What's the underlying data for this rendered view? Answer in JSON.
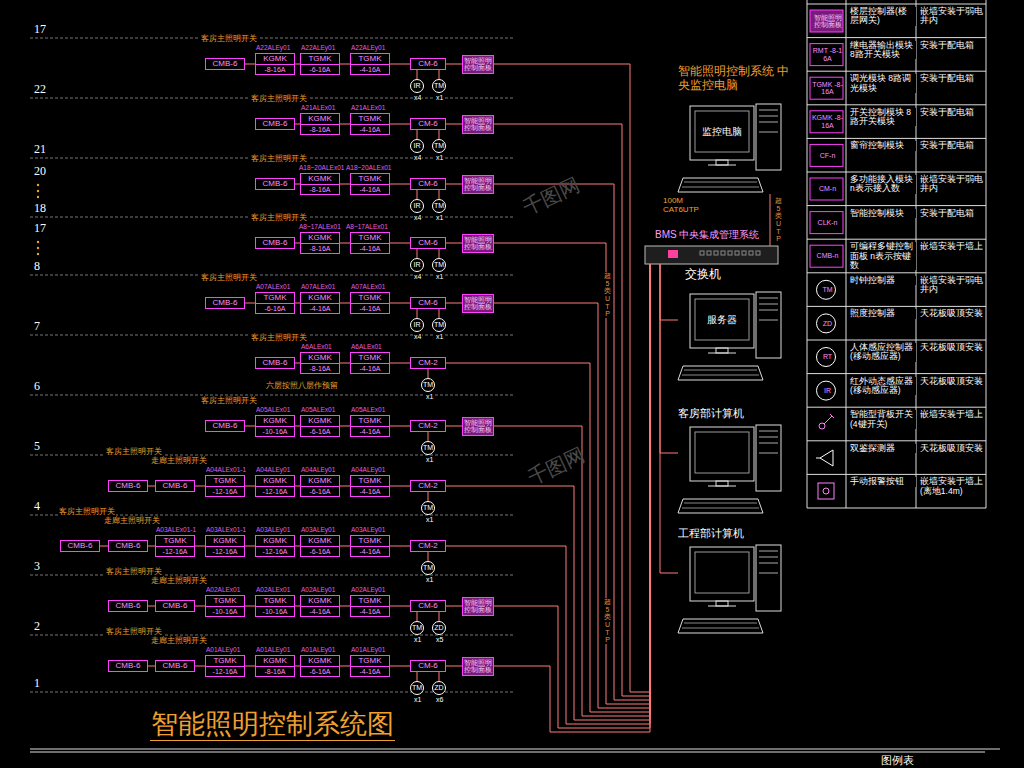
{
  "diagram": {
    "title": "智能照明控制系统图",
    "nodes": [
      {
        "text": [
          "CMB-6"
        ]
      },
      {
        "text": [
          "KGMK",
          "-8-16A"
        ]
      },
      {
        "text": [
          "TGMK",
          "-6-16A"
        ]
      },
      {
        "text": [
          "TGMK",
          "-4-16A"
        ]
      },
      {
        "text": [
          "CM-6"
        ]
      },
      {
        "text": [
          "智能照明控制面板"
        ]
      },
      {
        "text": [
          "IR"
        ]
      },
      {
        "text": [
          "TM"
        ]
      },
      {
        "text": [
          "CMB-6"
        ]
      },
      {
        "text": [
          "KGMK",
          "-8-16A"
        ]
      },
      {
        "text": [
          "TGMK",
          "-4-16A"
        ]
      },
      {
        "text": [
          "CM-6"
        ]
      },
      {
        "text": [
          "智能照明控制面板"
        ]
      },
      {
        "text": [
          "IR"
        ]
      },
      {
        "text": [
          "TM"
        ]
      },
      {
        "text": [
          "CMB-6"
        ]
      },
      {
        "text": [
          "KGMK",
          "-8-16A"
        ]
      },
      {
        "text": [
          "TGMK",
          "-4-16A"
        ]
      },
      {
        "text": [
          "CM-6"
        ]
      },
      {
        "text": [
          "智能照明控制面板"
        ]
      },
      {
        "text": [
          "IR"
        ]
      },
      {
        "text": [
          "TM"
        ]
      },
      {
        "text": [
          "CMB-6"
        ]
      },
      {
        "text": [
          "KGMK",
          "-8-16A"
        ]
      },
      {
        "text": [
          "TGMK",
          "-4-16A"
        ]
      },
      {
        "text": [
          "CM-6"
        ]
      },
      {
        "text": [
          "智能照明控制面板"
        ]
      },
      {
        "text": [
          "IR"
        ]
      },
      {
        "text": [
          "TM"
        ]
      },
      {
        "text": [
          "CMB-6"
        ]
      },
      {
        "text": [
          "TGMK",
          "-6-16A"
        ]
      },
      {
        "text": [
          "KGMK",
          "-4-16A"
        ]
      },
      {
        "text": [
          "TGMK",
          "-4-16A"
        ]
      },
      {
        "text": [
          "CM-6"
        ]
      },
      {
        "text": [
          "智能照明控制面板"
        ]
      },
      {
        "text": [
          "IR"
        ]
      },
      {
        "text": [
          "TM"
        ]
      },
      {
        "text": [
          "CMB-6"
        ]
      },
      {
        "text": [
          "KGMK",
          "-8-16A"
        ]
      },
      {
        "text": [
          "TGMK",
          "-4-16A"
        ]
      },
      {
        "text": [
          "CM-2"
        ]
      },
      {
        "text": [
          "TM"
        ]
      },
      {
        "text": [
          "CMB-6"
        ]
      },
      {
        "text": [
          "KGMK",
          "-10-16A"
        ]
      },
      {
        "text": [
          "KGMK",
          "-6-16A"
        ]
      },
      {
        "text": [
          "TGMK",
          "-4-16A"
        ]
      },
      {
        "text": [
          "CM-2"
        ]
      },
      {
        "text": [
          "智能照明控制面板"
        ]
      },
      {
        "text": [
          "TM"
        ]
      },
      {
        "text": [
          "CMB-6"
        ]
      },
      {
        "text": [
          "CMB-6"
        ]
      },
      {
        "text": [
          "TGMK",
          "-12-16A"
        ]
      },
      {
        "text": [
          "KGMK",
          "-12-16A"
        ]
      },
      {
        "text": [
          "KGMK",
          "-6-16A"
        ]
      },
      {
        "text": [
          "TGMK",
          "-4-16A"
        ]
      },
      {
        "text": [
          "CM-2"
        ]
      },
      {
        "text": [
          "TM"
        ]
      },
      {
        "text": [
          "CMB-6"
        ]
      },
      {
        "text": [
          "CMB-6"
        ]
      },
      {
        "text": [
          "TGMK",
          "-12-16A"
        ]
      },
      {
        "text": [
          "KGMK",
          "-12-16A"
        ]
      },
      {
        "text": [
          "KGMK",
          "-12-16A"
        ]
      },
      {
        "text": [
          "KGMK",
          "-6-16A"
        ]
      },
      {
        "text": [
          "TGMK",
          "-4-16A"
        ]
      },
      {
        "text": [
          "CM-2"
        ]
      },
      {
        "text": [
          "TM"
        ]
      },
      {
        "text": [
          "CMB-6"
        ]
      },
      {
        "text": [
          "CMB-6"
        ]
      },
      {
        "text": [
          "TGMK",
          "-10-16A"
        ]
      },
      {
        "text": [
          "TGMK",
          "-10-16A"
        ]
      },
      {
        "text": [
          "KGMK",
          "-4-16A"
        ]
      },
      {
        "text": [
          "TGMK",
          "-4-16A"
        ]
      },
      {
        "text": [
          "CM-6"
        ]
      },
      {
        "text": [
          "智能照明控制面板"
        ]
      },
      {
        "text": [
          "TM"
        ]
      },
      {
        "text": [
          "ZD"
        ]
      },
      {
        "text": [
          "CMB-6"
        ]
      },
      {
        "text": [
          "CMB-6"
        ]
      },
      {
        "text": [
          "TGMK",
          "-12-16A"
        ]
      },
      {
        "text": [
          "KGMK",
          "-8-16A"
        ]
      },
      {
        "text": [
          "KGMK",
          "-6-16A"
        ]
      },
      {
        "text": [
          "TGMK",
          "-4-16A"
        ]
      },
      {
        "text": [
          "CM-6"
        ]
      },
      {
        "text": [
          "智能照明控制面板"
        ]
      },
      {
        "text": [
          "TM"
        ]
      },
      {
        "text": [
          "ZD"
        ]
      },
      {
        "text": [
          "智能照明控制系统 中央监控电脑",
          "监控电脑"
        ]
      },
      {
        "text": [
          "BMS 中央集成管理系统",
          "交换机"
        ]
      },
      {
        "text": [
          "服务器"
        ]
      },
      {
        "text": [
          "客房部计算机"
        ]
      },
      {
        "text": [
          "工程部计算机"
        ]
      }
    ],
    "edges": [
      {
        "from": 0,
        "to": 1,
        "arrow": "none"
      },
      {
        "from": 1,
        "to": 2,
        "arrow": "none"
      },
      {
        "from": 2,
        "to": 3,
        "arrow": "none"
      },
      {
        "from": 3,
        "to": 4,
        "arrow": "none"
      },
      {
        "from": 4,
        "to": 5,
        "arrow": "none"
      },
      {
        "from": 4,
        "to": 6,
        "arrow": "none"
      },
      {
        "from": 4,
        "to": 7,
        "arrow": "none"
      },
      {
        "from": 5,
        "to": 87,
        "arrow": "none"
      },
      {
        "from": 8,
        "to": 9,
        "arrow": "none"
      },
      {
        "from": 9,
        "to": 10,
        "arrow": "none"
      },
      {
        "from": 10,
        "to": 11,
        "arrow": "none"
      },
      {
        "from": 11,
        "to": 12,
        "arrow": "none"
      },
      {
        "from": 11,
        "to": 13,
        "arrow": "none"
      },
      {
        "from": 11,
        "to": 14,
        "arrow": "none"
      },
      {
        "from": 12,
        "to": 87,
        "arrow": "none"
      },
      {
        "from": 15,
        "to": 16,
        "arrow": "none"
      },
      {
        "from": 16,
        "to": 17,
        "arrow": "none"
      },
      {
        "from": 17,
        "to": 18,
        "arrow": "none"
      },
      {
        "from": 18,
        "to": 19,
        "arrow": "none"
      },
      {
        "from": 18,
        "to": 20,
        "arrow": "none"
      },
      {
        "from": 18,
        "to": 21,
        "arrow": "none"
      },
      {
        "from": 19,
        "to": 87,
        "arrow": "none"
      },
      {
        "from": 22,
        "to": 23,
        "arrow": "none"
      },
      {
        "from": 23,
        "to": 24,
        "arrow": "none"
      },
      {
        "from": 24,
        "to": 25,
        "arrow": "none"
      },
      {
        "from": 25,
        "to": 26,
        "arrow": "none"
      },
      {
        "from": 25,
        "to": 27,
        "arrow": "none"
      },
      {
        "from": 25,
        "to": 28,
        "arrow": "none"
      },
      {
        "from": 26,
        "to": 87,
        "arrow": "none"
      },
      {
        "from": 29,
        "to": 30,
        "arrow": "none"
      },
      {
        "from": 30,
        "to": 31,
        "arrow": "none"
      },
      {
        "from": 31,
        "to": 32,
        "arrow": "none"
      },
      {
        "from": 32,
        "to": 33,
        "arrow": "none"
      },
      {
        "from": 33,
        "to": 34,
        "arrow": "none"
      },
      {
        "from": 33,
        "to": 35,
        "arrow": "none"
      },
      {
        "from": 33,
        "to": 36,
        "arrow": "none"
      },
      {
        "from": 34,
        "to": 87,
        "arrow": "none"
      },
      {
        "from": 37,
        "to": 38,
        "arrow": "none"
      },
      {
        "from": 38,
        "to": 39,
        "arrow": "none"
      },
      {
        "from": 39,
        "to": 40,
        "arrow": "none"
      },
      {
        "from": 40,
        "to": 41,
        "arrow": "none"
      },
      {
        "from": 40,
        "to": 87,
        "arrow": "none"
      },
      {
        "from": 42,
        "to": 43,
        "arrow": "none"
      },
      {
        "from": 43,
        "to": 44,
        "arrow": "none"
      },
      {
        "from": 44,
        "to": 45,
        "arrow": "none"
      },
      {
        "from": 45,
        "to": 46,
        "arrow": "none"
      },
      {
        "from": 46,
        "to": 47,
        "arrow": "none"
      },
      {
        "from": 46,
        "to": 48,
        "arrow": "none"
      },
      {
        "from": 47,
        "to": 87,
        "arrow": "none"
      },
      {
        "from": 49,
        "to": 50,
        "arrow": "none"
      },
      {
        "from": 50,
        "to": 51,
        "arrow": "none"
      },
      {
        "from": 51,
        "to": 52,
        "arrow": "none"
      },
      {
        "from": 52,
        "to": 53,
        "arrow": "none"
      },
      {
        "from": 53,
        "to": 54,
        "arrow": "none"
      },
      {
        "from": 54,
        "to": 55,
        "arrow": "none"
      },
      {
        "from": 55,
        "to": 56,
        "arrow": "none"
      },
      {
        "from": 55,
        "to": 87,
        "arrow": "none"
      },
      {
        "from": 57,
        "to": 58,
        "arrow": "none"
      },
      {
        "from": 58,
        "to": 59,
        "arrow": "none"
      },
      {
        "from": 59,
        "to": 60,
        "arrow": "none"
      },
      {
        "from": 60,
        "to": 61,
        "arrow": "none"
      },
      {
        "from": 61,
        "to": 62,
        "arrow": "none"
      },
      {
        "from": 62,
        "to": 63,
        "arrow": "none"
      },
      {
        "from": 63,
        "to": 64,
        "arrow": "none"
      },
      {
        "from": 64,
        "to": 65,
        "arrow": "none"
      },
      {
        "from": 64,
        "to": 87,
        "arrow": "none"
      },
      {
        "from": 66,
        "to": 67,
        "arrow": "none"
      },
      {
        "from": 67,
        "to": 68,
        "arrow": "none"
      },
      {
        "from": 68,
        "to": 69,
        "arrow": "none"
      },
      {
        "from": 69,
        "to": 70,
        "arrow": "none"
      },
      {
        "from": 70,
        "to": 71,
        "arrow": "none"
      },
      {
        "from": 71,
        "to": 72,
        "arrow": "none"
      },
      {
        "from": 72,
        "to": 73,
        "arrow": "none"
      },
      {
        "from": 72,
        "to": 74,
        "arrow": "none"
      },
      {
        "from": 72,
        "to": 75,
        "arrow": "none"
      },
      {
        "from": 73,
        "to": 87,
        "arrow": "none"
      },
      {
        "from": 76,
        "to": 77,
        "arrow": "none"
      },
      {
        "from": 77,
        "to": 78,
        "arrow": "none"
      },
      {
        "from": 78,
        "to": 79,
        "arrow": "none"
      },
      {
        "from": 79,
        "to": 80,
        "arrow": "none"
      },
      {
        "from": 80,
        "to": 81,
        "arrow": "none"
      },
      {
        "from": 81,
        "to": 82,
        "arrow": "none"
      },
      {
        "from": 82,
        "to": 83,
        "arrow": "none"
      },
      {
        "from": 82,
        "to": 84,
        "arrow": "none"
      },
      {
        "from": 82,
        "to": 85,
        "arrow": "none"
      },
      {
        "from": 83,
        "to": 87,
        "arrow": "none"
      },
      {
        "from": 87,
        "to": 86,
        "label": "超5类UTP",
        "arrow": "none"
      },
      {
        "from": 87,
        "to": 88,
        "arrow": "none"
      },
      {
        "from": 87,
        "to": 89,
        "arrow": "none"
      },
      {
        "from": 87,
        "to": 90,
        "arrow": "none"
      }
    ],
    "labels": [
      "17",
      "22",
      "21",
      "20",
      "18",
      "17",
      "8",
      "7",
      "6",
      "5",
      "4",
      "3",
      "2",
      "1",
      "客房主照明开关",
      "A22ALEy01",
      "A22ALEy01",
      "A22ALEy01",
      "x4",
      "x1",
      "客房主照明开关",
      "A21ALEx01",
      "A21ALEx01",
      "x4",
      "x1",
      "客房主照明开关",
      "A18~20ALEx01",
      "A18~20ALEx01",
      "x4",
      "x1",
      "客房主照明开关",
      "A8~17ALEx01",
      "A8~17ALEx01",
      "x4",
      "x1",
      "客房主照明开关",
      "A07ALEx01",
      "A07ALEx01",
      "A07ALEx01",
      "x4",
      "x1",
      "客房主照明开关",
      "A6ALEx01",
      "A6ALEx01",
      "x1",
      "六层按照八层作预留",
      "客房主照明开关",
      "A05ALEx01",
      "A05ALEx01",
      "A05ALEx01",
      "x1",
      "客房主照明开关",
      "走廊主照明开关",
      "A04ALEx01-1",
      "A04ALEy01",
      "A04ALEy01",
      "A04ALEy01",
      "x1",
      "客房主照明开关",
      "走廊主照明开关",
      "A03ALEx01-1",
      "A03ALEx01-1",
      "A03ALEy01",
      "A03ALEy01",
      "A03ALEy01",
      "x1",
      "客房主照明开关",
      "走廊主照明开关",
      "A02ALEx01",
      "A02ALEx01",
      "A02ALEy01",
      "A02ALEy01",
      "x1",
      "x5",
      "客房主照明开关",
      "走廊主照明开关",
      "A01ALEy01",
      "A01ALEy01",
      "A01ALEy01",
      "A01ALEy01",
      "x1",
      "x6",
      "100M CAT6UTP",
      "超5类UTP",
      "超5类UTP",
      "千图网",
      "千图网",
      "图例表",
      "智能照明控制面板",
      "RMT -8-16A",
      "TGMK -8-16A",
      "KGMK -8-16A",
      "CF-n",
      "CM-n",
      "CLK-n",
      "CMB-n",
      "TM",
      "ZD",
      "RT",
      "IR",
      "嵌墙安装于弱电井内",
      "安装于配电箱",
      "安装于配电箱",
      "安装于配电箱",
      "安装于配电箱",
      "嵌墙安装于弱电井内",
      "安装于配电箱",
      "嵌墙安装于墙上",
      "嵌墙安装于弱电井内",
      "天花板吸顶安装",
      "天花板吸顶安装",
      "天花板吸顶安装",
      "嵌墙安装于墙上",
      "天花板吸顶安装",
      "嵌墙安装于墙上(离地1.4m)"
    ],
    "legend": [
      {
        "text": "楼层控制器(楼层网关)"
      },
      {
        "text": "继电器输出模块 8路开关模块"
      },
      {
        "text": "调光模块 8路调光模块"
      },
      {
        "text": "开关控制模块 8路开关模块"
      },
      {
        "text": "窗帘控制模块"
      },
      {
        "text": "多功能接入模块 n表示接入数"
      },
      {
        "text": "智能控制模块"
      },
      {
        "text": "可编程多键控制面板 n表示按键数"
      },
      {
        "text": "时钟控制器"
      },
      {
        "text": "照度控制器"
      },
      {
        "text": "人体感应控制器(移动感应器)"
      },
      {
        "text": "红外动态感应器(移动感应器)"
      },
      {
        "text": "智能型背板开关(4键开关)"
      },
      {
        "text": "双鉴探测器"
      },
      {
        "text": "手动报警按钮"
      }
    ]
  }
}
